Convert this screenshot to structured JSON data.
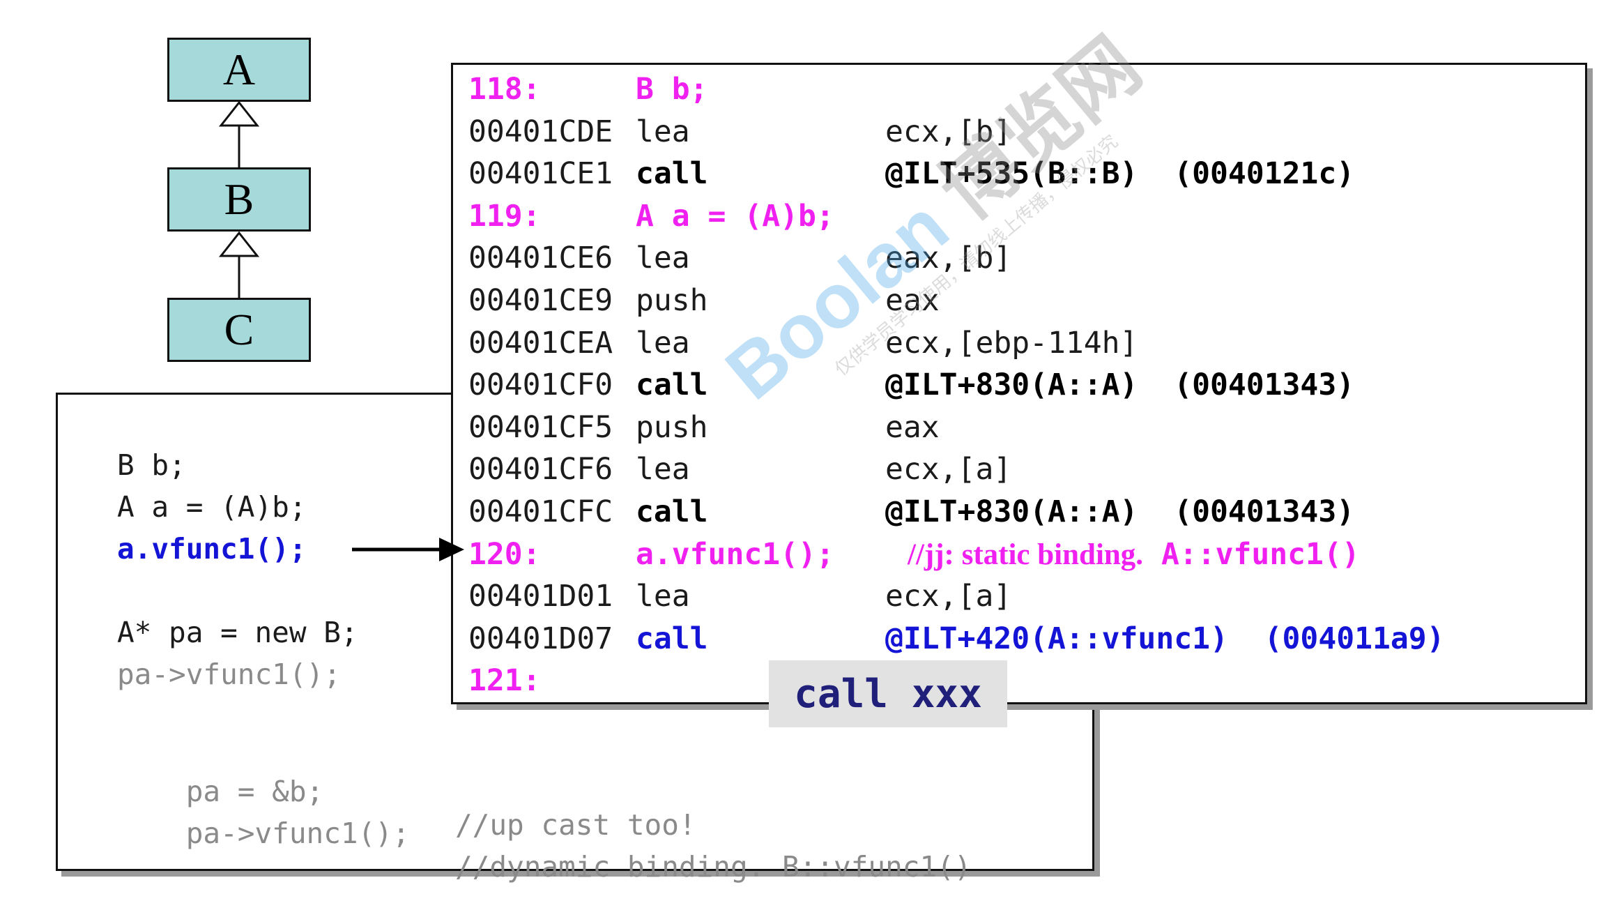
{
  "uml": {
    "class_a": "A",
    "class_b": "B",
    "class_c": "C"
  },
  "source_code": {
    "line1": "B b;",
    "line2": "A a = (A)b;",
    "line3": "a.vfunc1();",
    "line4": "A* pa = new B;",
    "line5": "pa->vfunc1();",
    "line6": "pa = &b;",
    "line6_comment": "//up cast too!",
    "line7": "pa->vfunc1();",
    "line7_comment": "//dynamic binding. B::vfunc1()"
  },
  "assembly": {
    "rows": [
      {
        "kind": "header",
        "line": "118:",
        "src": "B b;",
        "note": ""
      },
      {
        "kind": "instr",
        "addr": "00401CDE",
        "op": "lea",
        "arg": "ecx,[b]",
        "style": "normal"
      },
      {
        "kind": "instr",
        "addr": "00401CE1",
        "op": "call",
        "arg": "@ILT+535(B::B)  (0040121c)",
        "style": "bold"
      },
      {
        "kind": "header",
        "line": "119:",
        "src": "A a = (A)b;",
        "note": ""
      },
      {
        "kind": "instr",
        "addr": "00401CE6",
        "op": "lea",
        "arg": "eax,[b]",
        "style": "normal"
      },
      {
        "kind": "instr",
        "addr": "00401CE9",
        "op": "push",
        "arg": "eax",
        "style": "normal"
      },
      {
        "kind": "instr",
        "addr": "00401CEA",
        "op": "lea",
        "arg": "ecx,[ebp-114h]",
        "style": "normal"
      },
      {
        "kind": "instr",
        "addr": "00401CF0",
        "op": "call",
        "arg": "@ILT+830(A::A)  (00401343)",
        "style": "bold"
      },
      {
        "kind": "instr",
        "addr": "00401CF5",
        "op": "push",
        "arg": "eax",
        "style": "normal"
      },
      {
        "kind": "instr",
        "addr": "00401CF6",
        "op": "lea",
        "arg": "ecx,[a]",
        "style": "normal"
      },
      {
        "kind": "instr",
        "addr": "00401CFC",
        "op": "call",
        "arg": "@ILT+830(A::A)  (00401343)",
        "style": "bold"
      },
      {
        "kind": "header",
        "line": "120:",
        "src": "a.vfunc1();",
        "note": "//jj: static binding.",
        "note_code": "A::vfunc1()"
      },
      {
        "kind": "instr",
        "addr": "00401D01",
        "op": "lea",
        "arg": "ecx,[a]",
        "style": "normal"
      },
      {
        "kind": "instr",
        "addr": "00401D07",
        "op": "call",
        "arg": "@ILT+420(A::vfunc1)  (004011a9)",
        "style": "blue"
      },
      {
        "kind": "header",
        "line": "121:",
        "src": "",
        "note": ""
      }
    ]
  },
  "callout": "call xxx",
  "watermark": {
    "logo": "Boolan",
    "cn": "博览网",
    "small": "仅供学员学习使用，请勿线上传播，侵权必究"
  },
  "colors": {
    "uml_fill": "#a6d9d9",
    "magenta": "#f020f0",
    "blue": "#1414d6",
    "gray": "#8a8a8a",
    "callout_bg": "#e2e2e2"
  }
}
